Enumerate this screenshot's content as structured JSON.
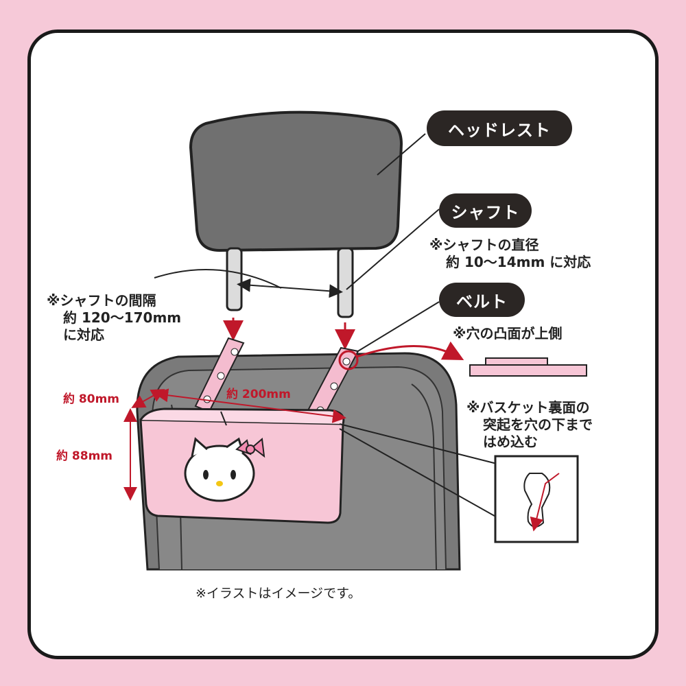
{
  "labels": {
    "headrest": "ヘッドレスト",
    "shaft": "シャフト",
    "belt": "ベルト"
  },
  "notes": {
    "shaft_diameter": [
      "※シャフトの直径",
      "約 10～14mm に対応"
    ],
    "shaft_spacing": [
      "※シャフトの間隔",
      "約 120～170mm",
      "に対応"
    ],
    "hole_side": "※穴の凸面が上側",
    "basket_back": [
      "※バスケット裏面の",
      "突起を穴の下まで",
      "はめ込む"
    ]
  },
  "dimensions": {
    "depth": "約 80mm",
    "width": "約 200mm",
    "height": "約 88mm"
  },
  "caption": "※イラストはイメージです。",
  "colors": {
    "background": "#f6c9d8",
    "accent": "#c0182a",
    "label_pill": "#2b2624",
    "headrest": "#6f6f6f",
    "basket": "#f7c6d6"
  }
}
